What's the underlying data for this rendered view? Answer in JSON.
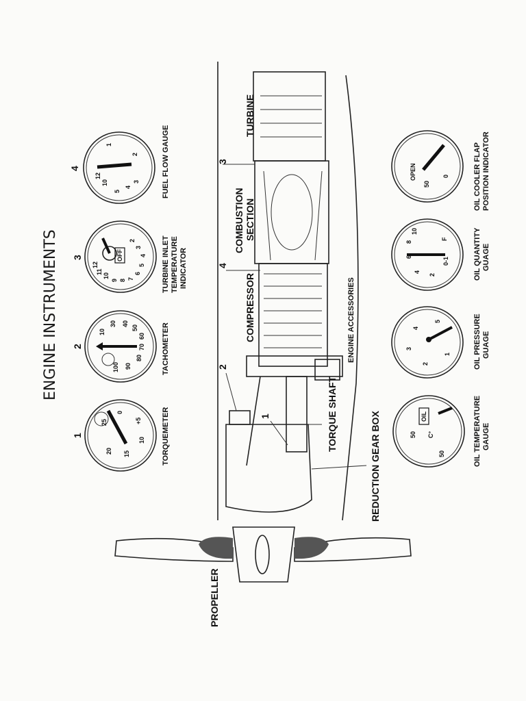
{
  "title": "ENGINE INSTRUMENTS",
  "gauges_top": [
    {
      "number": "1",
      "label_lines": [
        "TORQUEMETER"
      ],
      "face": [
        "25",
        "0",
        "+5",
        "10",
        "15",
        "20"
      ]
    },
    {
      "number": "2",
      "label_lines": [
        "TACHOMETER"
      ],
      "face": [
        "10",
        "30",
        "40",
        "50",
        "60",
        "70",
        "80",
        "90",
        "100"
      ]
    },
    {
      "number": "3",
      "label_lines": [
        "TURBINE INLET",
        "TEMPERATURE",
        "INDICATOR"
      ],
      "face": [
        "2",
        "3",
        "4",
        "5",
        "6",
        "7",
        "8",
        "9",
        "10",
        "11",
        "12",
        "OFF"
      ]
    },
    {
      "number": "4",
      "label_lines": [
        "FUEL FLOW GAUGE"
      ],
      "face": [
        "1",
        "2",
        "3",
        "4",
        "5",
        "10",
        "12"
      ]
    }
  ],
  "gauges_bottom": [
    {
      "label_lines": [
        "OIL COOLER FLAP",
        "POSITION INDICATOR"
      ],
      "face": [
        "OPEN",
        "50",
        "0"
      ]
    },
    {
      "label_lines": [
        "OIL QUANTITY",
        "GUAGE"
      ],
      "face": [
        "10",
        "8",
        "6",
        "4",
        "2",
        "0-1",
        "F"
      ]
    },
    {
      "label_lines": [
        "OIL PRESSURE",
        "GUAGE"
      ],
      "face": [
        "5",
        "4",
        "3",
        "2",
        "1"
      ]
    },
    {
      "label_lines": [
        "OIL TEMPERATURE",
        "GAUGE"
      ],
      "face": [
        "OIL",
        "50",
        "C°",
        "50"
      ]
    }
  ],
  "engine_labels": {
    "turbine": "TURBINE",
    "combustion": [
      "COMBUSTION",
      "SECTION"
    ],
    "compressor": "COMPRESSOR",
    "engine_accessories": "ENGINE ACCESSORIES",
    "torque_shaft": "TORQUE SHAFT",
    "reduction_gear_box": "REDUCTION GEAR BOX",
    "propeller": "PROPELLER"
  },
  "callouts": [
    "3",
    "4",
    "2",
    "1"
  ]
}
